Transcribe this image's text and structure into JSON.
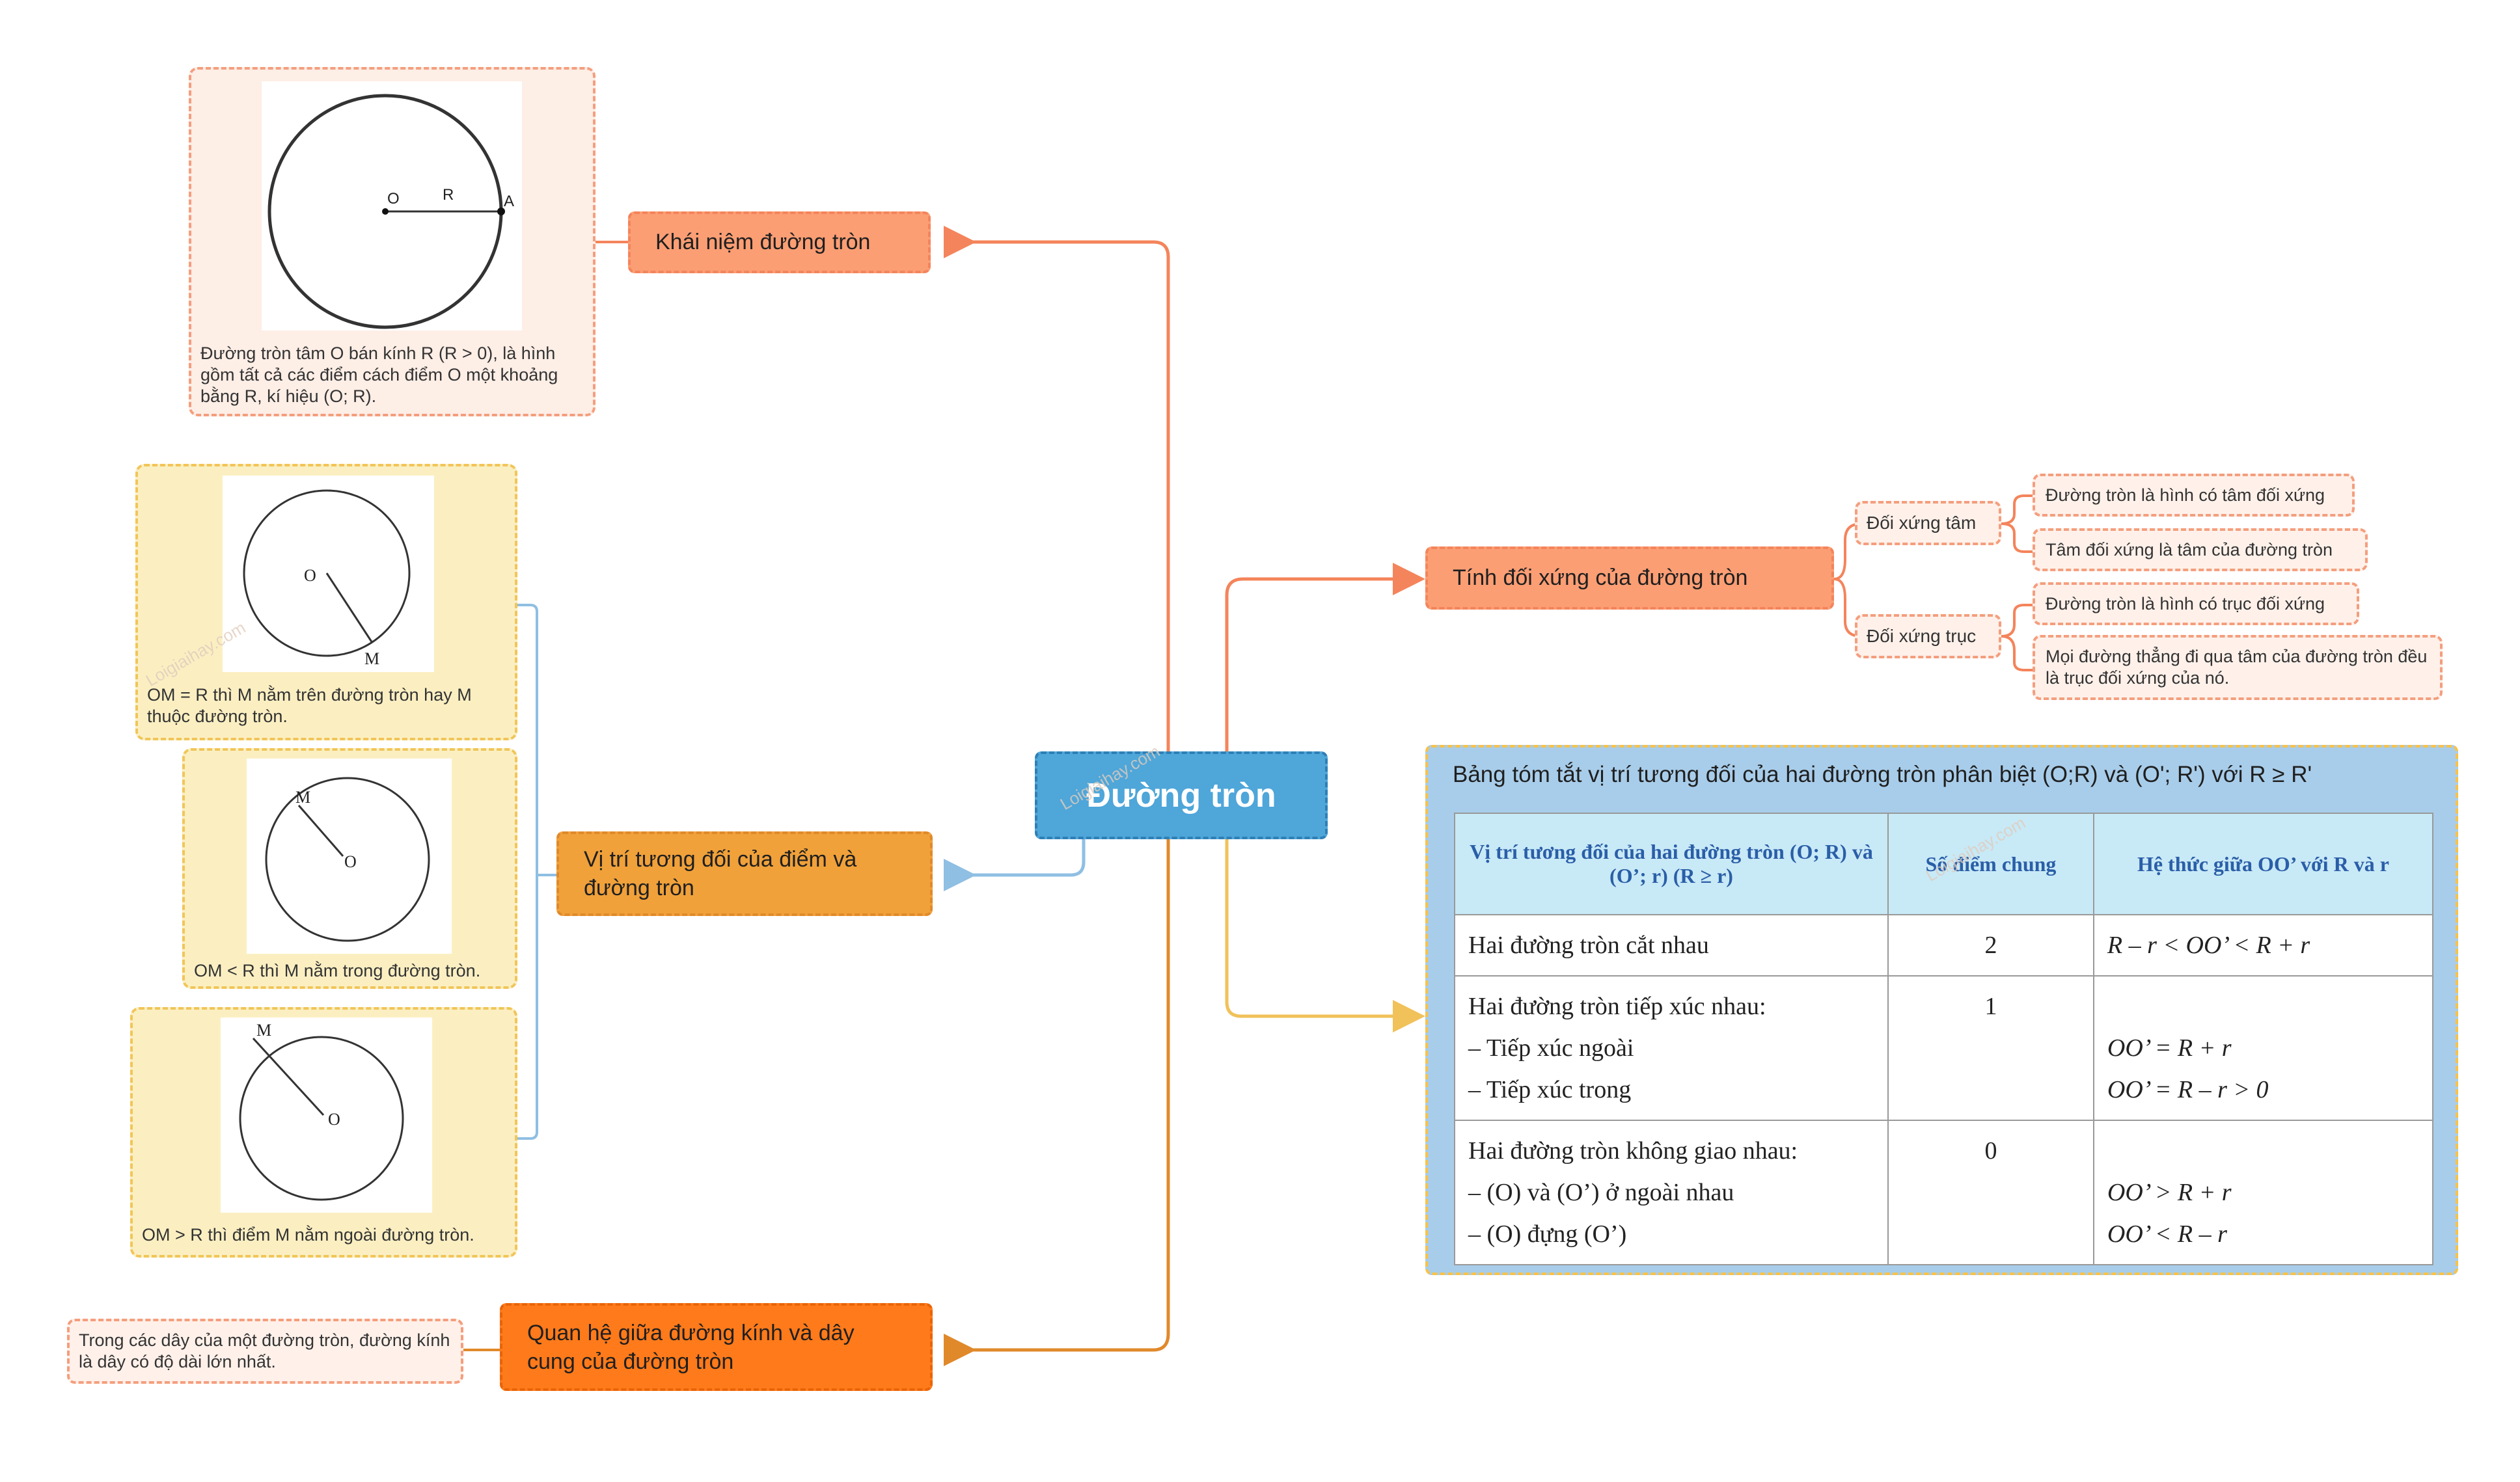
{
  "central": {
    "title": "Đường tròn"
  },
  "concept": {
    "topic": "Khái niệm đường tròn",
    "figure_labels": {
      "center": "O",
      "radius": "R",
      "point": "A"
    },
    "note": "Đường tròn tâm O bán kính R (R > 0), là hình gồm tất cả các điểm cách điểm O một khoảng bằng R, kí hiệu (O; R)."
  },
  "position": {
    "topic": "Vị trí tương đối của điểm và đường tròn",
    "cases": [
      {
        "center_label": "O",
        "point_label": "M",
        "note": "OM = R thì M nằm trên đường tròn hay M thuộc đường tròn."
      },
      {
        "center_label": "O",
        "point_label": "M",
        "note": "OM < R thì M nằm trong đường tròn."
      },
      {
        "center_label": "O",
        "point_label": "M",
        "note": "OM > R thì điểm M nằm ngoài đường tròn."
      }
    ]
  },
  "diameter": {
    "topic": "Quan hệ giữa đường kính và dây cung của đường tròn",
    "note": "Trong các dây của một đường tròn, đường kính là dây có độ dài lớn nhất."
  },
  "symmetry": {
    "topic": "Tính đối xứng của đường tròn",
    "branches": [
      {
        "label": "Đối xứng tâm",
        "leaves": [
          "Đường tròn là hình có tâm đối xứng",
          "Tâm đối xứng là tâm của đường tròn"
        ]
      },
      {
        "label": "Đối xứng trục",
        "leaves": [
          "Đường tròn là hình có trục đối xứng",
          "Mọi đường thẳng đi qua tâm của đường tròn đều là trục đối xứng của nó."
        ]
      }
    ]
  },
  "table": {
    "title": "Bảng tóm tắt vị trí tương đối của hai đường tròn phân biệt (O;R) và (O'; R') với R ≥ R'",
    "headers": [
      "Vị trí tương đối của hai đường tròn (O; R) và (O’; r) (R ≥ r)",
      "Số điểm chung",
      "Hệ thức giữa OO’ với R và r"
    ],
    "rows": [
      {
        "lines": [
          "Hai đường tròn cắt nhau"
        ],
        "points": "2",
        "relations": [
          "R – r < OO’ < R + r"
        ]
      },
      {
        "lines": [
          "Hai đường tròn tiếp xúc nhau:",
          "– Tiếp xúc ngoài",
          "– Tiếp xúc trong"
        ],
        "points": "1",
        "relations": [
          "",
          "OO’ = R + r",
          "OO’ = R – r > 0"
        ]
      },
      {
        "lines": [
          "Hai đường tròn không giao nhau:",
          "– (O) và (O’) ở ngoài nhau",
          "– (O) đựng (O’)"
        ],
        "points": "0",
        "relations": [
          "",
          "OO’ > R + r",
          "OO’ < R – r"
        ]
      }
    ]
  },
  "watermark": "Loigiaihay.com",
  "colors": {
    "central": "#4ea6d9",
    "concept": "#fb9e74",
    "position": "#f0a13a",
    "diameter": "#ff7a1a",
    "symmetry": "#fb9e74",
    "table_bg": "#a8cdea",
    "connector_blue": "#8fbfe3"
  }
}
